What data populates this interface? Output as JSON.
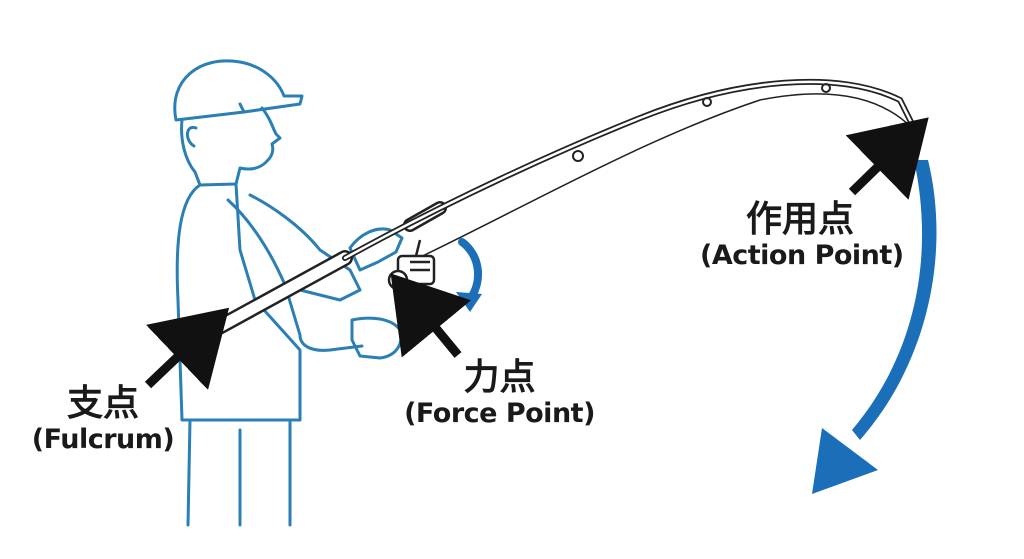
{
  "labels": {
    "fulcrum": {
      "jp": "支点",
      "en": "(Fulcrum)"
    },
    "force": {
      "jp": "力点",
      "en": "(Force Point)"
    },
    "action": {
      "jp": "作用点",
      "en": "(Action Point)"
    }
  },
  "colors": {
    "figure_outline": "#2a7fb5",
    "motion_arrow": "#1a6fb8",
    "pointer_arrow": "#111111",
    "text": "#1a1a1a",
    "background": "#ffffff"
  }
}
